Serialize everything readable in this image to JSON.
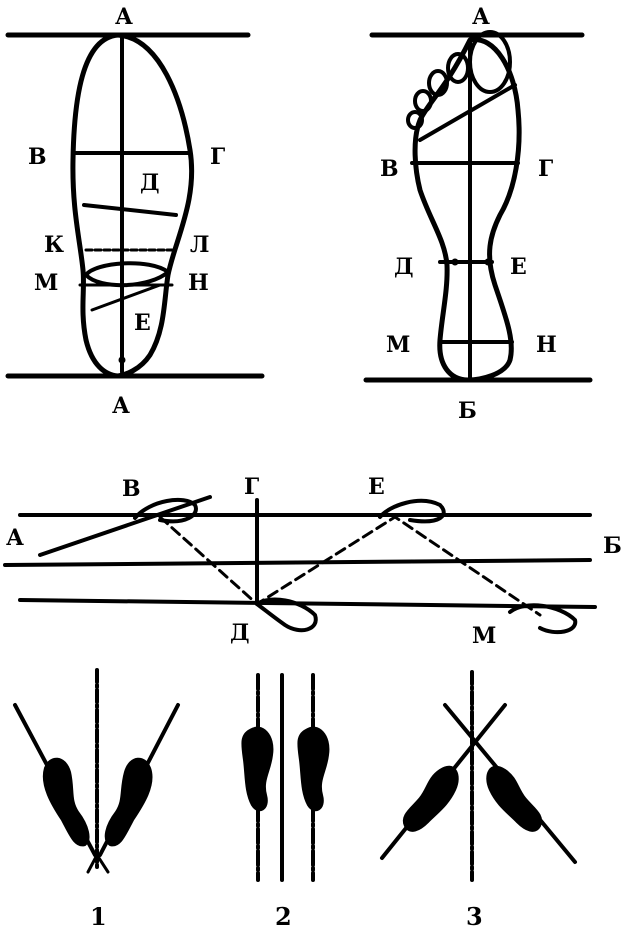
{
  "labels": {
    "fig1": {
      "top": "А",
      "bottom": "А",
      "left1": "В",
      "right1": "Г",
      "mid": "Д",
      "left2": "К",
      "right2": "Л",
      "left3": "М",
      "right3": "Н",
      "low": "Е"
    },
    "fig2": {
      "top": "А",
      "bottom": "Б",
      "left1": "В",
      "right1": "Г",
      "left2": "Д",
      "right2": "Е",
      "left3": "М",
      "right3": "Н"
    },
    "fig3": {
      "a": "А",
      "b": "Б",
      "v": "В",
      "g": "Г",
      "e": "Е",
      "d": "Д",
      "m": "М"
    },
    "numbers": {
      "n1": "1",
      "n2": "2",
      "n3": "3"
    }
  }
}
